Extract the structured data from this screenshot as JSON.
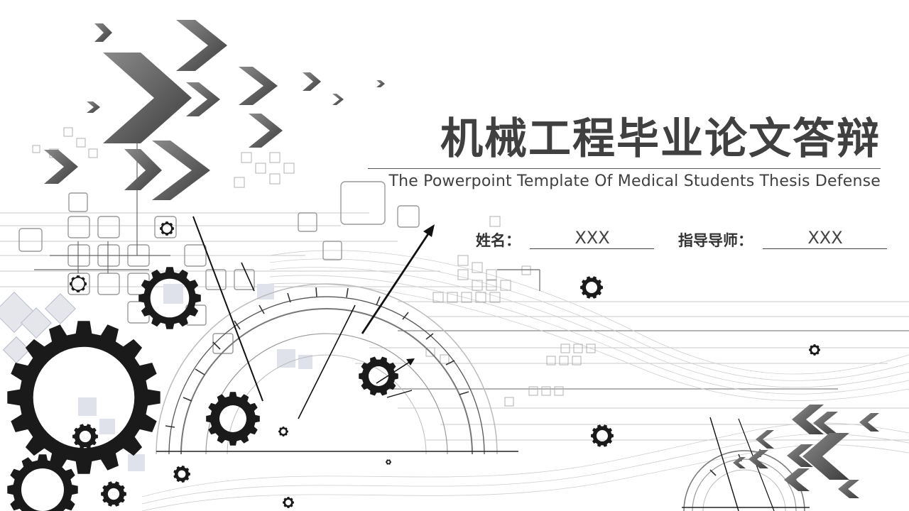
{
  "slide": {
    "title": "机械工程毕业论文答辩",
    "subtitle": "The Powerpoint Template Of Medical Students Thesis Defense",
    "fields": [
      {
        "label": "姓名：",
        "value": "XXX"
      },
      {
        "label": "指导导师：",
        "value": "XXX"
      }
    ]
  },
  "icons": [
    "gear-icon",
    "chevron-arrow-icon",
    "arrow-pointer-icon"
  ],
  "colors": {
    "text": "#404040",
    "gear": "#1a1a1a",
    "chevron": "#555555",
    "line": "#bbbbbb",
    "background": "#ffffff"
  }
}
